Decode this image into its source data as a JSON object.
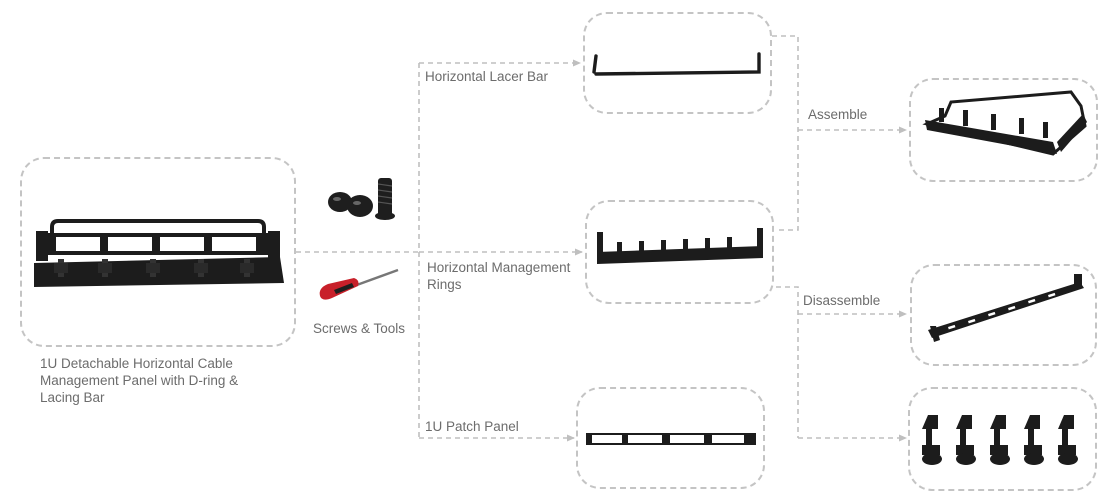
{
  "source": {
    "caption": "1U Detachable Horizontal Cable Management Panel with D-ring & Lacing Bar"
  },
  "kit": {
    "screws_tools_label": "Screws & Tools"
  },
  "components": {
    "lacer_bar": "Horizontal Lacer Bar",
    "management_rings": "Horizontal Management Rings",
    "patch_panel": "1U Patch Panel"
  },
  "actions": {
    "assemble": "Assemble",
    "disassemble": "Disassemble"
  },
  "icons": [
    "screws-icon",
    "screwdriver-icon",
    "cable-panel-icon",
    "lacer-bar-icon",
    "management-rings-icon",
    "patch-panel-icon",
    "d-ring-icon"
  ],
  "colors": {
    "dashed_border": "#c4c4c4",
    "connector": "#bfbfbf",
    "label_text": "#6c6c6c",
    "product": "#1c1c1c",
    "screwdriver_handle": "#c8202a"
  }
}
